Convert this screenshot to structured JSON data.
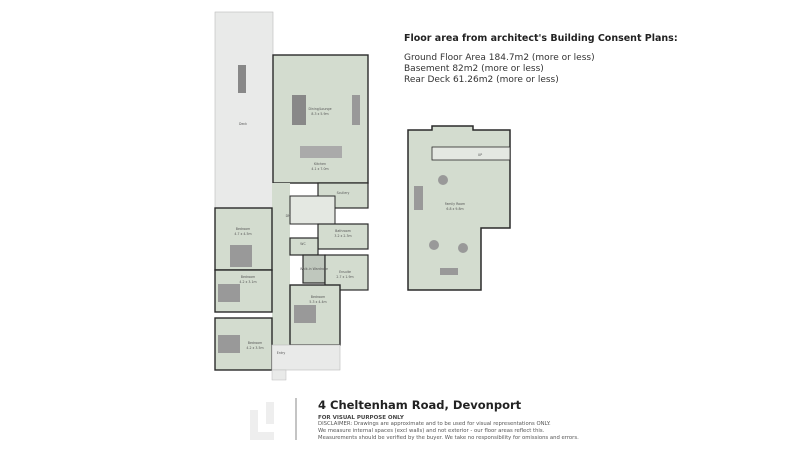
{
  "info": {
    "heading": "Floor area from architect's Building Consent Plans:",
    "lines": [
      "Ground Floor Area 184.7m2 (more or less)",
      "Basement 82m2 (more or less)",
      "Rear Deck 61.26m2 (more or less)"
    ]
  },
  "footer": {
    "address": "4 Cheltenham Road, Devonport",
    "visual_note": "FOR VISUAL PURPOSE ONLY",
    "disclaimer": [
      "DISCLAIMER: Drawings are approximate and to be used for visual representations ONLY.",
      "We measure internal spaces (excl walls) and not exterior - our floor areas reflect this.",
      "Measurements should be verified by the buyer. We take no responsibility for omissions and errors."
    ]
  },
  "rooms": {
    "deck": "Deck",
    "dining": "Dining/Lounge",
    "dining_size": "8.3 x 5.9m",
    "kitchen": "Kitchen",
    "kitchen_size": "4.1 x 7.0m",
    "scullery": "Scullery",
    "bathroom": "Bathroom",
    "bathroom_size": "3.2 x 2.3m",
    "wc": "WC",
    "wardrobe": "Walk-in Wardrobe",
    "ensuite": "Ensuite",
    "ensuite_size": "2.7 x 1.9m",
    "bed1": "Bedroom",
    "bed1_size": "4.7 x 4.5m",
    "bed2": "Bedroom",
    "bed2_size": "4.2 x 3.1m",
    "bed3": "Bedroom",
    "bed3_size": "5.3 x 4.4m",
    "bed4": "Bedroom",
    "bed4_size": "4.2 x 3.5m",
    "entry": "Entry",
    "down": "DN",
    "family": "Family Room",
    "family_size": "6.8 x 9.8m",
    "up": "UP"
  },
  "colors": {
    "room": "#d3dccf",
    "deck": "#e9eae9",
    "wall": "#2a2a2a"
  }
}
